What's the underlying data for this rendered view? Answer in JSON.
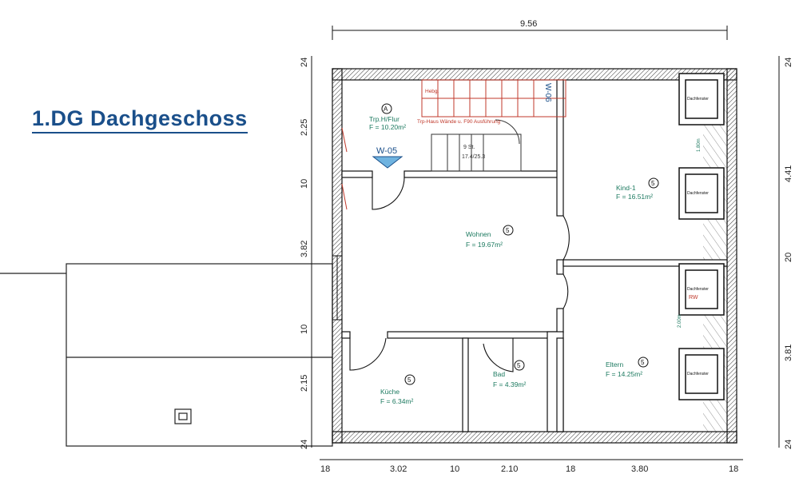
{
  "title": "1.DG  Dachgeschoss",
  "dims": {
    "top_overall": "9.56",
    "left": [
      "24",
      "2.25",
      "10",
      "3.82",
      "10",
      "2.15",
      "24"
    ],
    "right": [
      "24",
      "4.41",
      "20",
      "3.81",
      "24"
    ],
    "bottom": [
      "18",
      "3.02",
      "10",
      "2.10",
      "18",
      "3.80",
      "18"
    ]
  },
  "rooms": [
    {
      "name": "Trp.H/Flur",
      "area": "F = 10.20m²",
      "marker": "A"
    },
    {
      "name": "Kind-1",
      "area": "F = 16.51m²",
      "marker": "5"
    },
    {
      "name": "Wohnen",
      "area": "F = 19.67m²",
      "marker": "5"
    },
    {
      "name": "Küche",
      "area": "F = 6.34m²",
      "marker": "5"
    },
    {
      "name": "Bad",
      "area": "F = 4.39m²",
      "marker": "5"
    },
    {
      "name": "Eltern",
      "area": "F = 14.25m²",
      "marker": "5"
    }
  ],
  "tags": {
    "w05": "W-05",
    "w06": "W-06",
    "stair_note": "Trp-Haus Wände u.\nF90 Ausführung",
    "stair_top": "Hebg.",
    "stair_count": "9 St.",
    "stair_dim": "17.4/25.3",
    "rw": "RW",
    "dachfenster": "Dachfenster",
    "vert_1": "1.80m",
    "vert_2": "2.00m"
  },
  "symbols": {
    "chimney": "square-symbol"
  }
}
